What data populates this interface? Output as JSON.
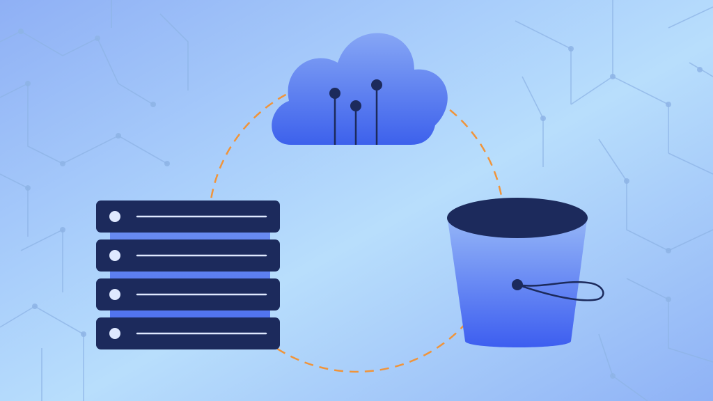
{
  "colors": {
    "background_light": "#b8defc",
    "background_dark": "#8fb2f6",
    "circuit_lines": "#8eb4e6",
    "connector_dash": "#f0943a",
    "navy": "#1c2a5c",
    "cloud_top": "#86a6f5",
    "cloud_bottom": "#3d61ec",
    "rack_fill": "#5a7ff0",
    "bucket_top": "#93b4f7",
    "bucket_bottom": "#3d5ef0",
    "light_accent": "#dfe9ff"
  },
  "icons": {
    "cloud": "cloud-icon",
    "server": "server-rack-icon",
    "bucket": "storage-bucket-icon"
  },
  "diagram": {
    "nodes": [
      "cloud",
      "server",
      "bucket"
    ],
    "server_units": 4,
    "cloud_nodes": 3,
    "connector_style": "dashed-circle"
  }
}
